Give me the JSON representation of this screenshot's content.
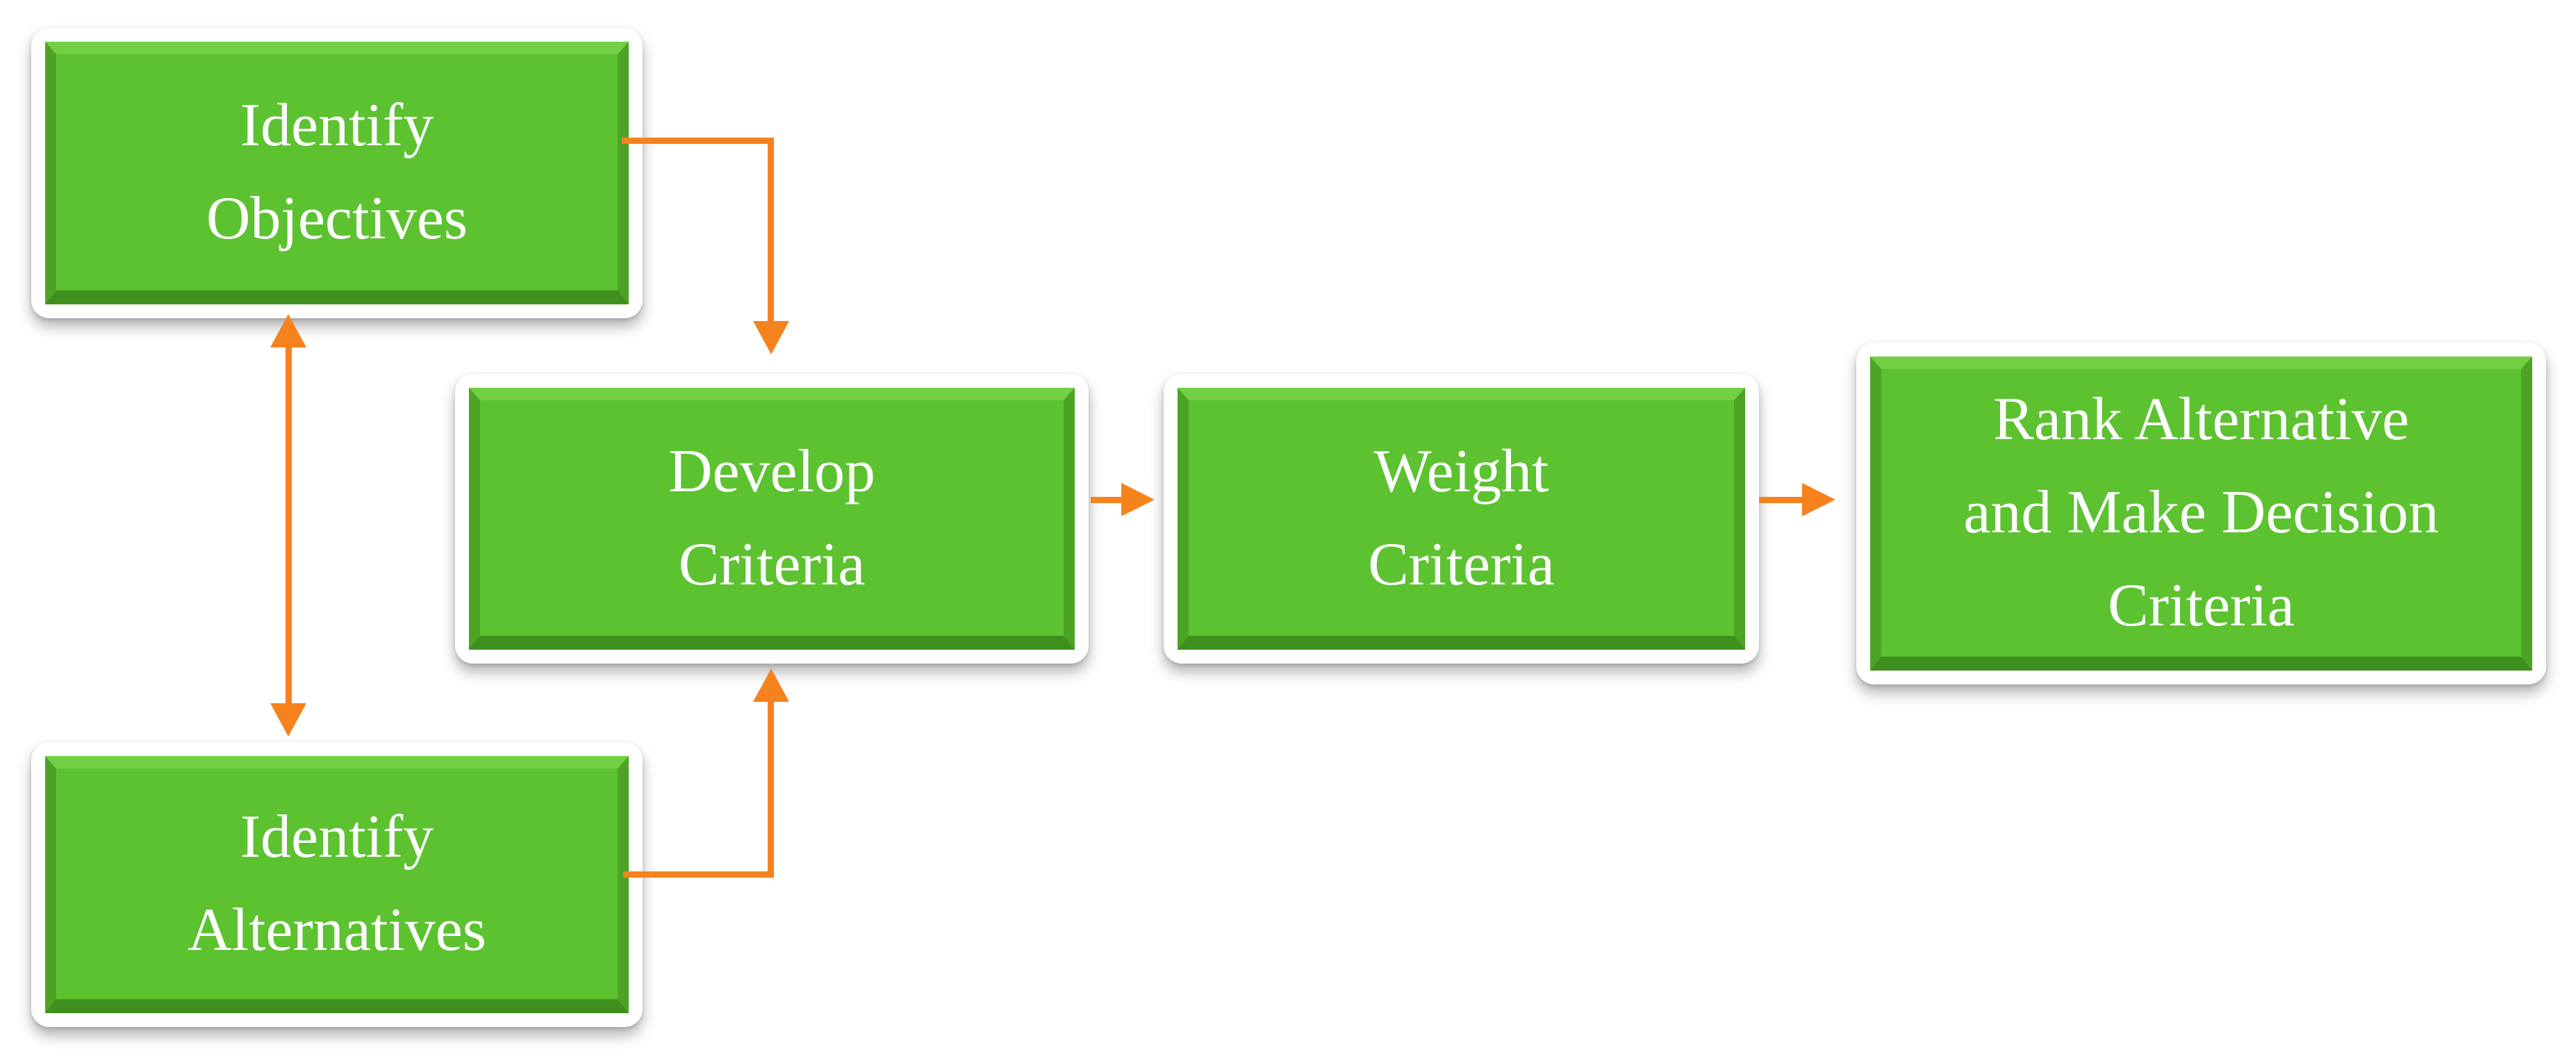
{
  "diagram": {
    "type": "flowchart",
    "nodes": [
      {
        "id": "identify-objectives",
        "label": [
          "Identify",
          "Objectives"
        ]
      },
      {
        "id": "identify-alternatives",
        "label": [
          "Identify",
          "Alternatives"
        ]
      },
      {
        "id": "develop-criteria",
        "label": [
          "Develop",
          "Criteria"
        ]
      },
      {
        "id": "weight-criteria",
        "label": [
          "Weight",
          "Criteria"
        ]
      },
      {
        "id": "rank-alternative",
        "label": [
          "Rank Alternative",
          "and Make Decision",
          "Criteria"
        ]
      }
    ],
    "edges": [
      {
        "from": "identify-objectives",
        "to": "develop-criteria",
        "style": "elbow-right-then-down",
        "arrowheads": "single"
      },
      {
        "from": "identify-objectives",
        "to": "identify-alternatives",
        "style": "vertical",
        "arrowheads": "double"
      },
      {
        "from": "identify-alternatives",
        "to": "develop-criteria",
        "style": "elbow-right-then-up",
        "arrowheads": "single"
      },
      {
        "from": "develop-criteria",
        "to": "weight-criteria",
        "style": "straight-right",
        "arrowheads": "single"
      },
      {
        "from": "weight-criteria",
        "to": "rank-alternative",
        "style": "straight-right",
        "arrowheads": "single"
      }
    ],
    "colors": {
      "arrow": "#F6821E",
      "node_fill": "#5CC230",
      "node_bevel_top": "#73D045",
      "node_bevel_side": "#4CA326",
      "node_bevel_bottom": "#3E8F1E",
      "node_border": "#FFFFFF",
      "text": "#FFFFFF",
      "background": "#FFFFFF"
    }
  }
}
